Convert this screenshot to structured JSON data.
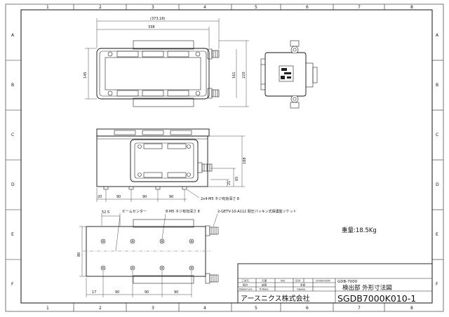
{
  "border": {
    "columns": [
      "1",
      "2",
      "3",
      "4",
      "5",
      "6",
      "7",
      "8"
    ],
    "rows": [
      "A",
      "B",
      "C",
      "D",
      "E",
      "F"
    ]
  },
  "dimensions": {
    "top_overall": "(373.18)",
    "top_width": "338",
    "top_left_height": "145",
    "top_inner_height": "161",
    "top_outer_height": "220",
    "front_height": "188",
    "front_65": "65",
    "front_21": "21",
    "front_20": "20",
    "front_90a": "90",
    "front_90b": "90",
    "front_90c": "90",
    "front_note": "2x4-M5 ネジ有効深さ 8",
    "bottom_52": "52.5",
    "bottom_80": "80",
    "bottom_17": "17",
    "bottom_90a": "90",
    "bottom_90b": "90",
    "bottom_90c": "90"
  },
  "annotations": {
    "beam_center": "ビームセンター",
    "screw_note": "8-M5 ネジ有効深さ 8",
    "connector_note": "2-GETV-10-A112 耐圧パッキン式保護盤ソケット"
  },
  "weight": "重量:18.5Kg",
  "title_block": {
    "labels": [
      "三次元",
      "尺度",
      "N/S",
      "日付",
      "2009/02/06"
    ],
    "roles": [
      "設計",
      "製図",
      "承認"
    ],
    "names": [
      "Nakamura",
      "R.Naka",
      "Ogawa"
    ],
    "model": "GDB-7000",
    "title": "検出部 外形寸法図",
    "company": "アースニクス株式会社",
    "drawing_no": "SGDB7000K010-1"
  }
}
